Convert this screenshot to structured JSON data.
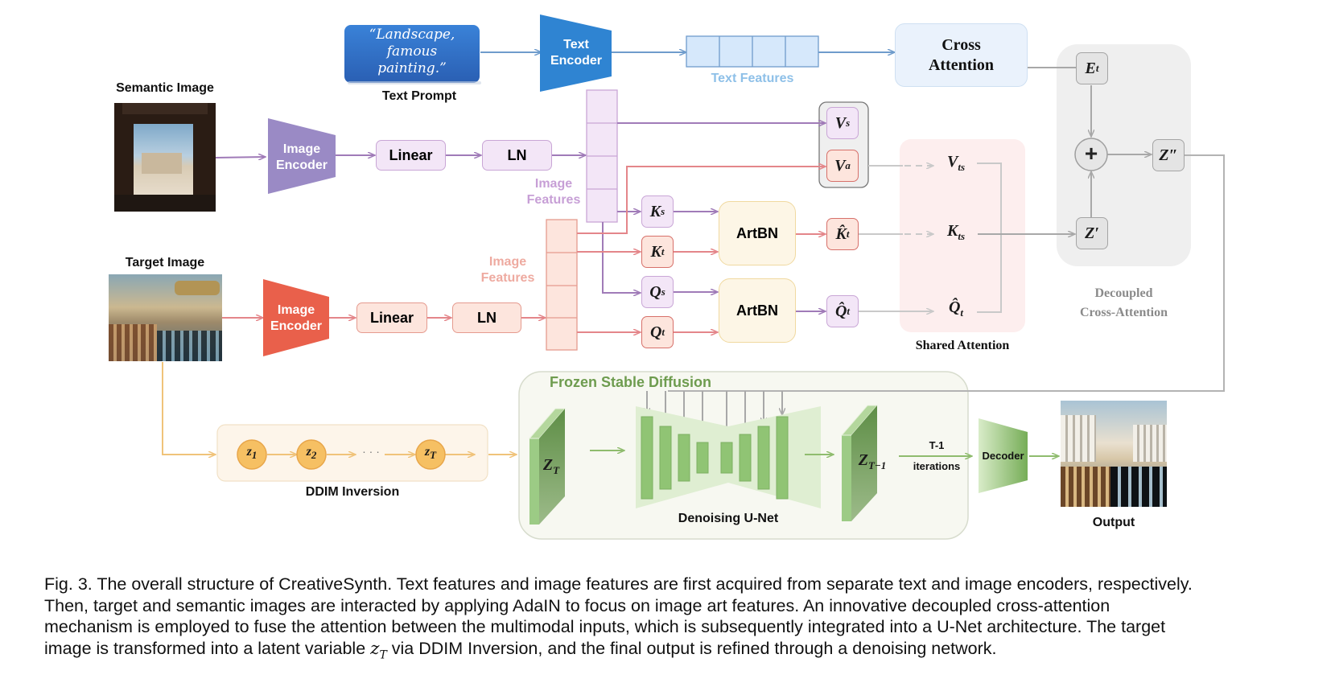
{
  "text_prompt": {
    "quote": [
      "“Landscape,",
      "famous",
      "painting.”"
    ],
    "label": "Text Prompt"
  },
  "text_encoder": {
    "label_line1": "Text",
    "label_line2": "Encoder"
  },
  "text_features": {
    "label": "Text Features",
    "cells": 4
  },
  "cross_attention": {
    "line1": "Cross",
    "line2": "Attention"
  },
  "semantic_branch": {
    "image_label": "Semantic Image",
    "encoder_line1": "Image",
    "encoder_line2": "Encoder",
    "linear": "Linear",
    "ln": "LN",
    "features_line1": "Image",
    "features_line2": "Features"
  },
  "target_branch": {
    "image_label": "Target Image",
    "encoder_line1": "Image",
    "encoder_line2": "Encoder",
    "linear": "Linear",
    "ln": "LN",
    "features_line1": "Image",
    "features_line2": "Features"
  },
  "tokens": {
    "Vs": {
      "base": "V",
      "sub": "s"
    },
    "Va": {
      "base": "V",
      "sub": "a"
    },
    "Ks": {
      "base": "K",
      "sub": "s"
    },
    "Kt": {
      "base": "K",
      "sub": "t"
    },
    "Qs": {
      "base": "Q",
      "sub": "s"
    },
    "Qt": {
      "base": "Q",
      "sub": "t"
    },
    "Kt_hat": {
      "base": "K̂",
      "sub": "t"
    },
    "Qt_hat": {
      "base": "Q̂",
      "sub": "t"
    },
    "Vts": {
      "base": "V",
      "sub": "ts"
    },
    "Kts": {
      "base": "K",
      "sub": "ts"
    },
    "Qt_hat_shared": {
      "base": "Q̂",
      "sub": "t"
    },
    "Et": {
      "base": "E",
      "sub": "t"
    },
    "Z_prime": "Z′",
    "Z_double_prime": "Z″",
    "plus": "+"
  },
  "artbn": {
    "top": "ArtBN",
    "bottom": "ArtBN"
  },
  "shared_attention": {
    "label": "Shared Attention"
  },
  "decoupled": {
    "line1": "Decoupled",
    "line2": "Cross-Attention"
  },
  "ddim": {
    "label": "DDIM Inversion",
    "nodes": [
      {
        "base": "z",
        "sub": "1"
      },
      {
        "base": "z",
        "sub": "2"
      },
      {
        "base": "z",
        "sub": "T"
      }
    ],
    "ellipsis": "· · ·"
  },
  "frozen_sd": {
    "title": "Frozen Stable Diffusion",
    "unet_label": "Denoising U-Net",
    "zT": {
      "base": "Z",
      "sub": "T"
    },
    "zT1": {
      "base": "Z",
      "sub": "T−1"
    },
    "iter_line1": "T-1",
    "iter_line2": "iterations"
  },
  "decoder": {
    "label": "Decoder"
  },
  "output": {
    "label": "Output"
  },
  "colors": {
    "blue": "#2f7fcf",
    "text_features": "#d6e8fb",
    "purple": "#9b86c4",
    "purple_light": "#f3e6f7",
    "red": "#e9604b",
    "red_light": "#fde5dd",
    "artbn": "#fdf6e6",
    "gray_panel": "#efefef",
    "pink_panel": "#fdeeee",
    "green": "#7fb366",
    "ddim_panel": "#fdf6ec",
    "orange_node": "#f6c063"
  },
  "caption": [
    "Fig. 3. The overall structure of CreativeSynth. Text features and image features are first acquired from separate text and image encoders, respectively.",
    "Then, target and semantic images are interacted by applying AdaIN to focus on image art features. An innovative decoupled cross-attention",
    "mechanism is employed to fuse the attention between the multimodal inputs, which is subsequently integrated into a U-Net architecture. The target"
  ],
  "caption_last": {
    "before": "image is transformed into a latent variable ",
    "var_base": "z",
    "var_sub": "T",
    "after": " via DDIM Inversion, and the final output is refined through a denoising network."
  }
}
